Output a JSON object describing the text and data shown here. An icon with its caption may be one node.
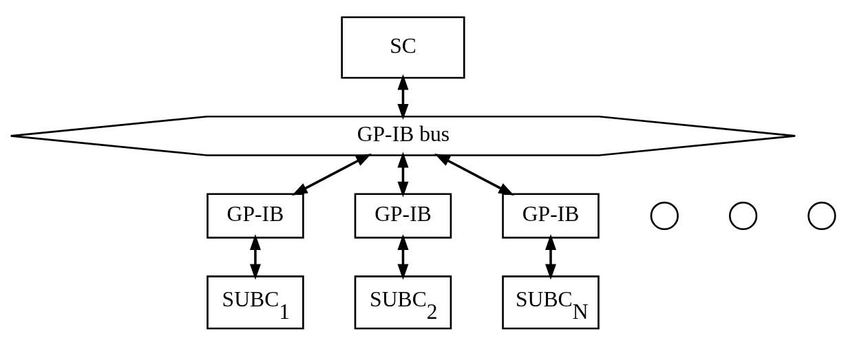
{
  "diagram": {
    "nodes": [
      {
        "text": [
          "SC"
        ]
      },
      {
        "text": [
          "GP-IB bus"
        ]
      },
      {
        "text": [
          "GP-IB"
        ]
      },
      {
        "text": [
          "GP-IB"
        ]
      },
      {
        "text": [
          "GP-IB"
        ]
      },
      {
        "text": [
          "SUBC$_{1}$"
        ]
      },
      {
        "text": [
          "SUBC$_{2}$"
        ]
      },
      {
        "text": [
          "SUBC$_{N}$"
        ]
      },
      {
        "text": [],
        "shape": "circle"
      },
      {
        "text": [],
        "shape": "circle"
      },
      {
        "text": [],
        "shape": "circle"
      }
    ],
    "edges": [
      {
        "from": 0,
        "to": 1,
        "arrow": "both"
      },
      {
        "from": 1,
        "to": 2,
        "arrow": "both"
      },
      {
        "from": 1,
        "to": 3,
        "arrow": "both"
      },
      {
        "from": 1,
        "to": 4,
        "arrow": "both"
      },
      {
        "from": 2,
        "to": 5,
        "arrow": "both"
      },
      {
        "from": 3,
        "to": 6,
        "arrow": "both"
      },
      {
        "from": 4,
        "to": 7,
        "arrow": "both"
      }
    ]
  }
}
